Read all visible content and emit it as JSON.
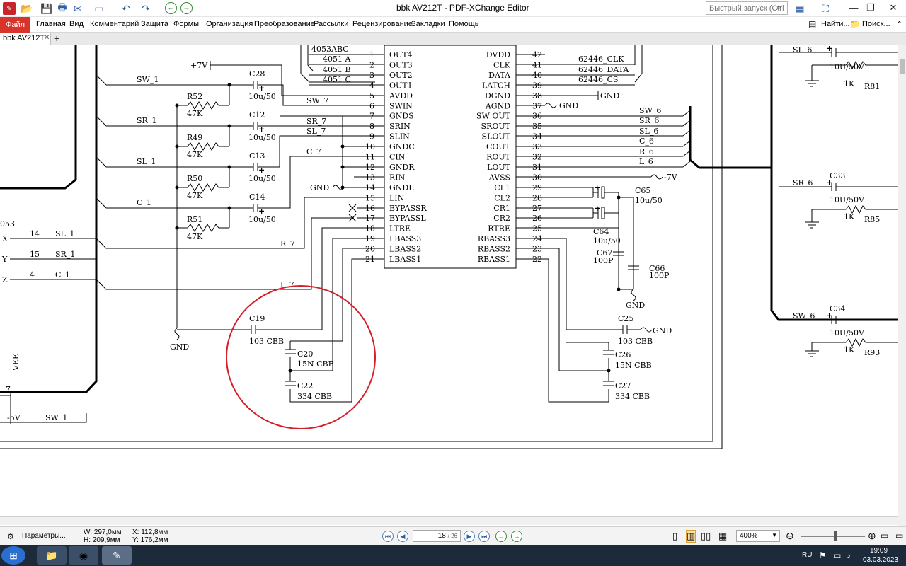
{
  "window": {
    "title": "bbk AV212T - PDF-XChange Editor",
    "quick_launch_placeholder": "Быстрый запуск (Ctrl..."
  },
  "menu": {
    "file": "Файл",
    "items": [
      "Главная",
      "Вид",
      "Комментарий",
      "Защита",
      "Формы",
      "Организация",
      "Преобразование",
      "Рассылки",
      "Рецензирование",
      "Закладки",
      "Помощь"
    ],
    "find": "Найти...",
    "search": "Поиск..."
  },
  "tabs": [
    {
      "label": "bbk AV212T"
    }
  ],
  "schematic": {
    "left_labels": {
      "plus7": "+7V",
      "sw1": "SW_1",
      "sr1": "SR_1",
      "sl1": "SL_1",
      "c1": "C_1",
      "r52": "R52",
      "r49": "R49",
      "r50": "R50",
      "r51": "R51",
      "res": "47K",
      "c28": "C28",
      "c12": "C12",
      "c13": "C13",
      "c14": "C14",
      "cap10": "10u/50",
      "sw7": "SW_7",
      "sr7": "SR_7",
      "sl7": "SL_7",
      "c7": "C_7",
      "r7": "R_7",
      "l7": "L_7",
      "gnd": "GND",
      "c19": "C19",
      "c19v": "103 CBB",
      "c20": "C20",
      "c20v": "15N CBB",
      "c22": "C22",
      "c22v": "334 CBB",
      "n053": "053",
      "x": "X",
      "y": "Y",
      "z": "Z",
      "p14": "14",
      "p15": "15",
      "p4": "4",
      "sl1b": "SL_1",
      "sr1b": "SR_1",
      "c1b": "C_1",
      "vee": "VEE",
      "neg5": "-5V",
      "sw1b": "SW_1",
      "seven": "7"
    },
    "mux": [
      "4053ABC",
      "4051 A",
      "4051 B",
      "4051 C"
    ],
    "left_pins": [
      {
        "n": "1",
        "name": "OUT4"
      },
      {
        "n": "2",
        "name": "OUT3"
      },
      {
        "n": "3",
        "name": "OUT2"
      },
      {
        "n": "4",
        "name": "OUT1"
      },
      {
        "n": "5",
        "name": "AVDD"
      },
      {
        "n": "6",
        "name": "SWIN"
      },
      {
        "n": "7",
        "name": "GNDS"
      },
      {
        "n": "8",
        "name": "SRIN"
      },
      {
        "n": "9",
        "name": "SLIN"
      },
      {
        "n": "10",
        "name": "GNDC"
      },
      {
        "n": "11",
        "name": "CIN"
      },
      {
        "n": "12",
        "name": "GNDR"
      },
      {
        "n": "13",
        "name": "RIN"
      },
      {
        "n": "14",
        "name": "GNDL"
      },
      {
        "n": "15",
        "name": "LIN"
      },
      {
        "n": "16",
        "name": "BYPASSR"
      },
      {
        "n": "17",
        "name": "BYPASSL"
      },
      {
        "n": "18",
        "name": "LTRE"
      },
      {
        "n": "19",
        "name": "LBASS3"
      },
      {
        "n": "20",
        "name": "LBASS2"
      },
      {
        "n": "21",
        "name": "LBASS1"
      }
    ],
    "right_pins": [
      {
        "n": "42",
        "name": "DVDD"
      },
      {
        "n": "41",
        "name": "CLK"
      },
      {
        "n": "40",
        "name": "DATA"
      },
      {
        "n": "39",
        "name": "LATCH"
      },
      {
        "n": "38",
        "name": "DGND"
      },
      {
        "n": "37",
        "name": "AGND"
      },
      {
        "n": "36",
        "name": "SW OUT"
      },
      {
        "n": "35",
        "name": "SROUT"
      },
      {
        "n": "34",
        "name": "SLOUT"
      },
      {
        "n": "33",
        "name": "COUT"
      },
      {
        "n": "32",
        "name": "ROUT"
      },
      {
        "n": "31",
        "name": "LOUT"
      },
      {
        "n": "30",
        "name": "AVSS"
      },
      {
        "n": "29",
        "name": "CL1"
      },
      {
        "n": "28",
        "name": "CL2"
      },
      {
        "n": "27",
        "name": "CR1"
      },
      {
        "n": "26",
        "name": "CR2"
      },
      {
        "n": "25",
        "name": "RTRE"
      },
      {
        "n": "24",
        "name": "RBASS3"
      },
      {
        "n": "23",
        "name": "RBASS2"
      },
      {
        "n": "22",
        "name": "RBASS1"
      }
    ],
    "right_net_labels": [
      "62446_CLK",
      "62446_DATA",
      "62446_CS",
      "GND",
      "GND",
      "SW_6",
      "SR_6",
      "SL_6",
      "C_6",
      "R_6",
      "L_6",
      "-7V"
    ],
    "right_labels": {
      "c65": "C65",
      "c65v": "10u/50",
      "c64": "C64",
      "c64v": "10u/50",
      "c67": "C67",
      "c67v": "100P",
      "c66": "C66",
      "c66v": "100P",
      "gnd": "GND",
      "c25": "C25",
      "c25v": "103 CBB",
      "c26": "C26",
      "c26v": "15N CBB",
      "c27": "C27",
      "c27v": "334 CBB"
    },
    "far_right": {
      "sl6": "SL_6",
      "sr6": "SR_6",
      "sw6": "SW_6",
      "cap": "10U/50V",
      "c33": "C33",
      "c34": "C34",
      "res": "1K",
      "r81": "R81",
      "r85": "R85",
      "r93": "R93"
    }
  },
  "status": {
    "params": "Параметры...",
    "w": "W: 297,0мм",
    "h": "H: 209,9мм",
    "x": "X: 112,8мм",
    "y": "Y: 176,2мм",
    "page": "18",
    "pages": "/ 26",
    "zoom": "400%"
  },
  "taskbar": {
    "lang": "RU",
    "time": "19:09",
    "date": "03.03.2023"
  },
  "colors": {
    "accent_red": "#d9342b",
    "annotation_circle": "#d21f2a",
    "taskbar": "#1c2a3a"
  }
}
